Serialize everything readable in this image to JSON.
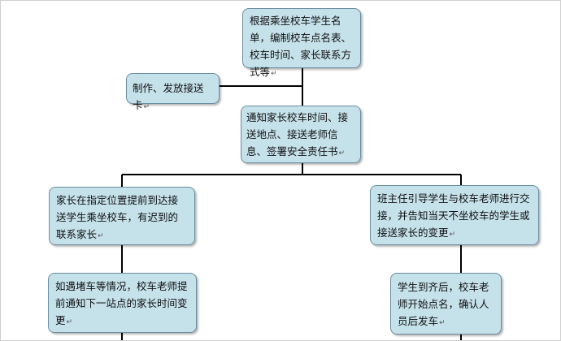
{
  "nodes": {
    "start": "根据乘坐校车学生名单，编制校车点名表、校车时间、家长联系方式等",
    "card": "制作、发放接送卡",
    "notify": "通知家长校车时间、接送地点、接送老师信息、签署安全责任书",
    "parents": "家长在指定位置提前到达接送学生乘坐校车，有迟到的联系家长",
    "teacher": "班主任引导学生与校车老师进行交接，并告知当天不坐校车的学生或接送家长的变更",
    "traffic": "如遇堵车等情况，校车老师提前通知下一站点的家长时间变更",
    "rollcall": "学生到齐后，校车老师开始点名，确认人员后发车"
  },
  "mark_glyph": "↵"
}
